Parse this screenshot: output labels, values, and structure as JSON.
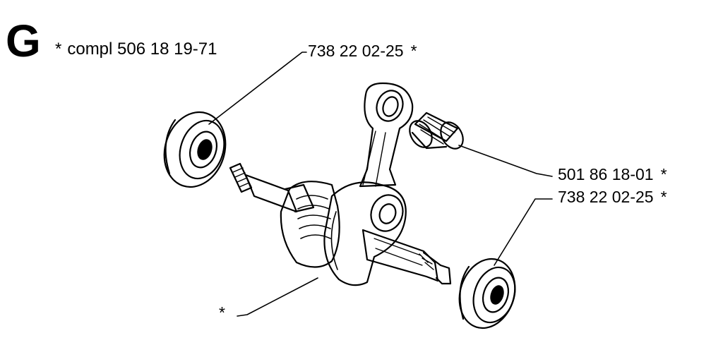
{
  "diagram": {
    "section_letter": "G",
    "kit": {
      "marker": "*",
      "text": "compl 506 18 19-71"
    },
    "parts": [
      {
        "id": "top-bearing",
        "number": "738 22 02-25",
        "marker": "*"
      },
      {
        "id": "needle-bearing",
        "number": "501 86 18-01",
        "marker": "*"
      },
      {
        "id": "bottom-bearing",
        "number": "738 22 02-25",
        "marker": "*"
      },
      {
        "id": "crankshaft",
        "number": "",
        "marker": "*"
      }
    ]
  }
}
